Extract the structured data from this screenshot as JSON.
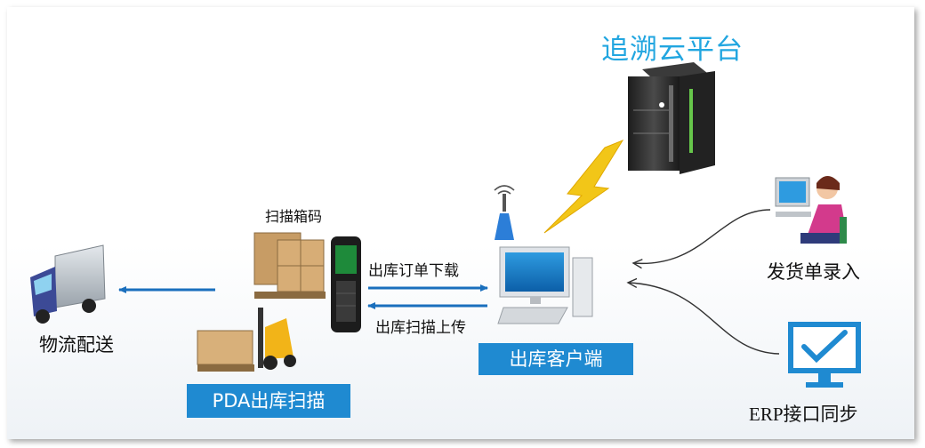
{
  "title": "追溯云平台",
  "labels": {
    "scan_box_code": "扫描箱码",
    "order_download": "出库订单下载",
    "scan_upload": "出库扫描上传",
    "logistics": "物流配送",
    "shipment_entry": "发货单录入",
    "erp_sync": "ERP接口同步"
  },
  "boxes": {
    "pda_scan": "PDA出库扫描",
    "outbound_client": "出库客户端"
  },
  "colors": {
    "title": "#22a6e0",
    "box": "#1f8ad1",
    "arrow": "#1a6fbd",
    "curve": "#333333",
    "lightning": "#f2c618"
  }
}
